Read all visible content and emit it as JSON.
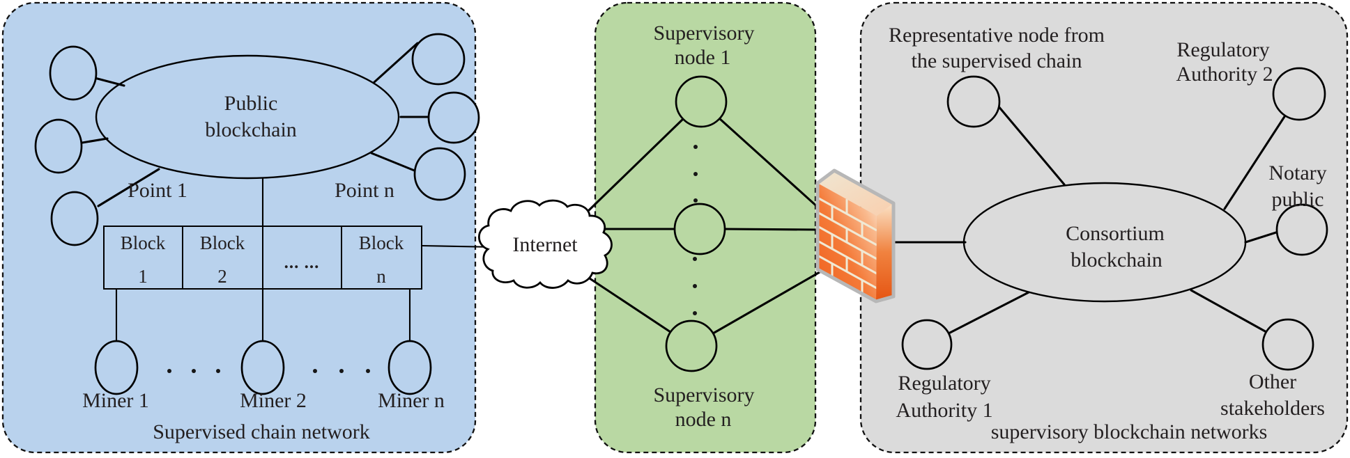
{
  "colors": {
    "panel_blue": "#b9d2ed",
    "panel_green": "#b9d8a3",
    "panel_gray": "#dbdbdb",
    "ink": "#231f20",
    "fw_border": "#b7b7b7",
    "fw_mortar": "#f0e9d4",
    "fw_orange": "#f4702f",
    "fw_orange_dark": "#e8541a"
  },
  "supervised_chain": {
    "caption": "Supervised chain network",
    "hub_label": [
      "Public",
      "blockchain"
    ],
    "points": [
      "Point 1",
      "Point n"
    ],
    "blocks": [
      {
        "l1": "Block",
        "l2": "1"
      },
      {
        "l1": "Block",
        "l2": "2"
      },
      {
        "dots": "... ..."
      },
      {
        "l1": "Block",
        "l2": "n"
      }
    ],
    "miners": [
      "Miner 1",
      "Miner 2",
      "Miner n"
    ]
  },
  "internet": {
    "label": "Internet"
  },
  "supervisory_nodes": {
    "top_label": [
      "Supervisory",
      "node 1"
    ],
    "bottom_label": [
      "Supervisory",
      "node n"
    ]
  },
  "consortium": {
    "caption": "supervisory blockchain networks",
    "hub_label": [
      "Consortium",
      "blockchain"
    ],
    "members": {
      "representative": [
        "Representative node from",
        "the supervised chain"
      ],
      "regulatory2": [
        "Regulatory",
        "Authority 2"
      ],
      "notary": [
        "Notary",
        "public"
      ],
      "regulatory1": [
        "Regulatory",
        "Authority 1"
      ],
      "other": [
        "Other",
        "stakeholders"
      ]
    }
  }
}
